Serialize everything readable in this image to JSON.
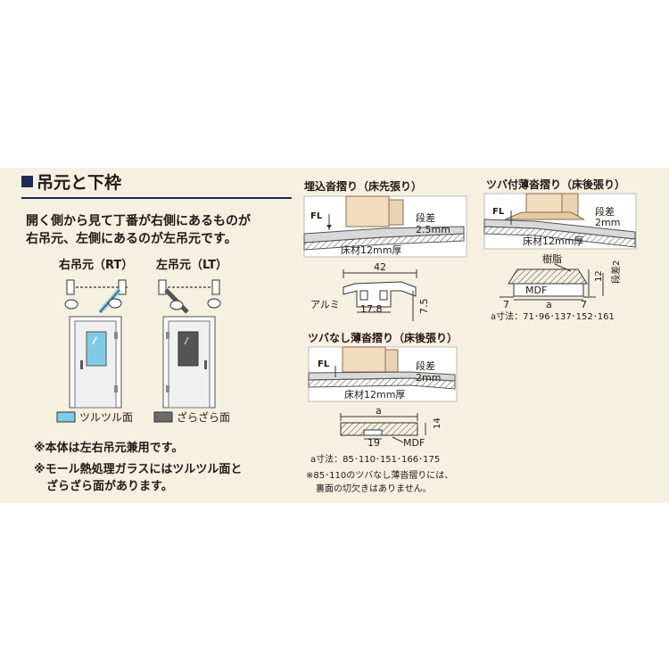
{
  "section": {
    "title": "吊元と下枠"
  },
  "intro": {
    "line1": "開く側から見て丁番が右側にあるものが",
    "line2": "右吊元、左側にあるのが左吊元です。"
  },
  "hinge": {
    "right_label": "右吊元（RT）",
    "left_label": "左吊元（LT）"
  },
  "legend": {
    "smooth": "ツルツル面",
    "rough": "ざらざら面",
    "smooth_color": "#7fcbe6",
    "rough_color": "#6b6b6b"
  },
  "notes": {
    "note1": "※本体は左右吊元兼用です。",
    "note2a": "※モール熱処理ガラスにはツルツル面と",
    "note2b": "ざらざら面があります。"
  },
  "d1": {
    "title": "埋込沓摺り（床先張り）",
    "fl": "FL",
    "step": "段差",
    "step_val": "2.5mm",
    "floor": "床材12mm厚",
    "w": "42",
    "alu": "アルミ",
    "w2": "17.8",
    "h": "7.5"
  },
  "d2": {
    "title": "ツバなし薄沓摺り（床後張り）",
    "fl": "FL",
    "step": "段差",
    "step_val": "2mm",
    "floor": "床材12mm厚",
    "a": "a",
    "h": "14",
    "w": "19",
    "mdf": "MDF",
    "sizes": "a寸法：85･110･151･166･175",
    "note1": "※85･110のツバなし薄沓摺りには、",
    "note2": "裏面の切欠きはありません。"
  },
  "d3": {
    "title": "ツバ付薄沓摺り（床後張り）",
    "fl": "FL",
    "step": "段差",
    "step_val": "2mm",
    "floor": "床材12mm厚",
    "resin": "樹脂",
    "mdf": "MDF",
    "a": "a",
    "l7": "7",
    "r7": "7",
    "h12": "12",
    "step2": "段差2",
    "sizes": "a寸法：71･96･137･152･161"
  }
}
